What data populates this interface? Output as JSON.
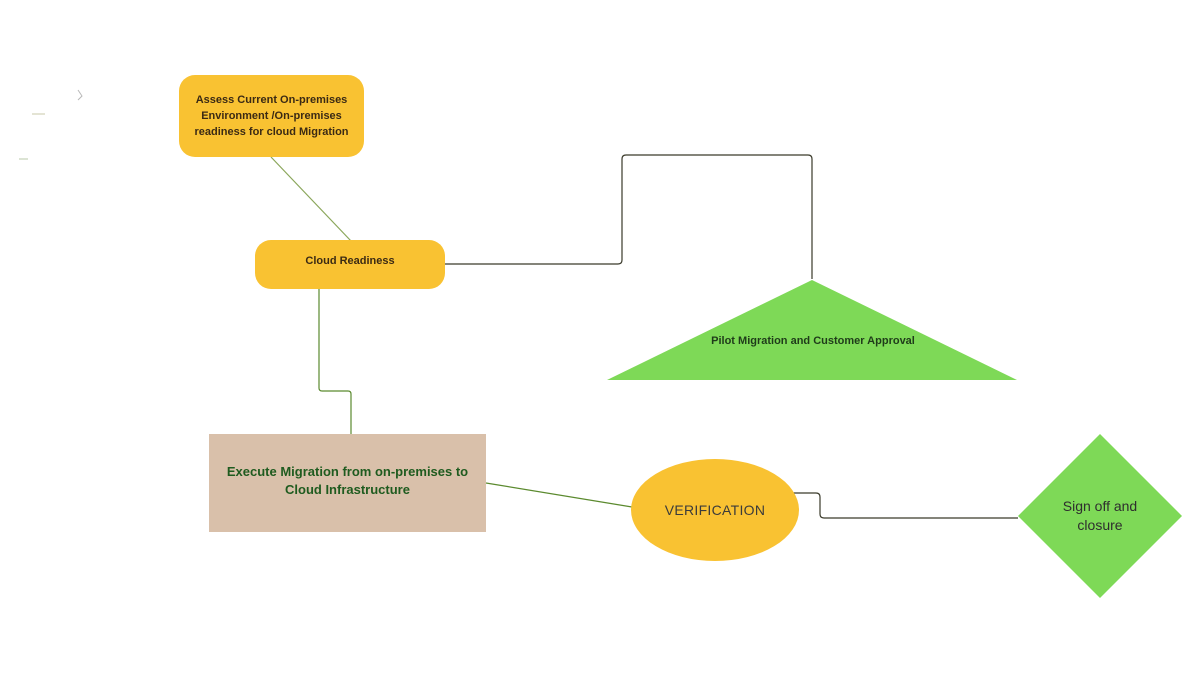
{
  "diagram": {
    "nodes": {
      "assess": {
        "label": "Assess Current On-premises Environment /On-premises readiness for cloud Migration",
        "shape": "rounded-rectangle",
        "color": "#f9c232"
      },
      "readiness": {
        "label": "Cloud Readiness",
        "shape": "rounded-rectangle",
        "color": "#f9c232"
      },
      "pilot": {
        "label": "Pilot Migration and Customer Approval",
        "shape": "triangle",
        "color": "#7ed957"
      },
      "execute": {
        "label": "Execute Migration from on-premises to Cloud Infrastructure",
        "shape": "rectangle",
        "color": "#d9c0aa"
      },
      "verification": {
        "label": "VERIFICATION",
        "shape": "ellipse",
        "color": "#f9c232"
      },
      "signoff": {
        "label": "Sign off and closure",
        "shape": "diamond",
        "color": "#7ed957"
      }
    },
    "edges": [
      {
        "from": "assess",
        "to": "readiness"
      },
      {
        "from": "readiness",
        "to": "pilot"
      },
      {
        "from": "readiness",
        "to": "execute"
      },
      {
        "from": "execute",
        "to": "verification"
      },
      {
        "from": "verification",
        "to": "signoff"
      }
    ],
    "colors": {
      "yellow": "#f9c232",
      "green": "#7ed957",
      "tan": "#d9c0aa",
      "connector_dark": "#3a3a2a",
      "connector_light": "#8aa65a"
    }
  }
}
